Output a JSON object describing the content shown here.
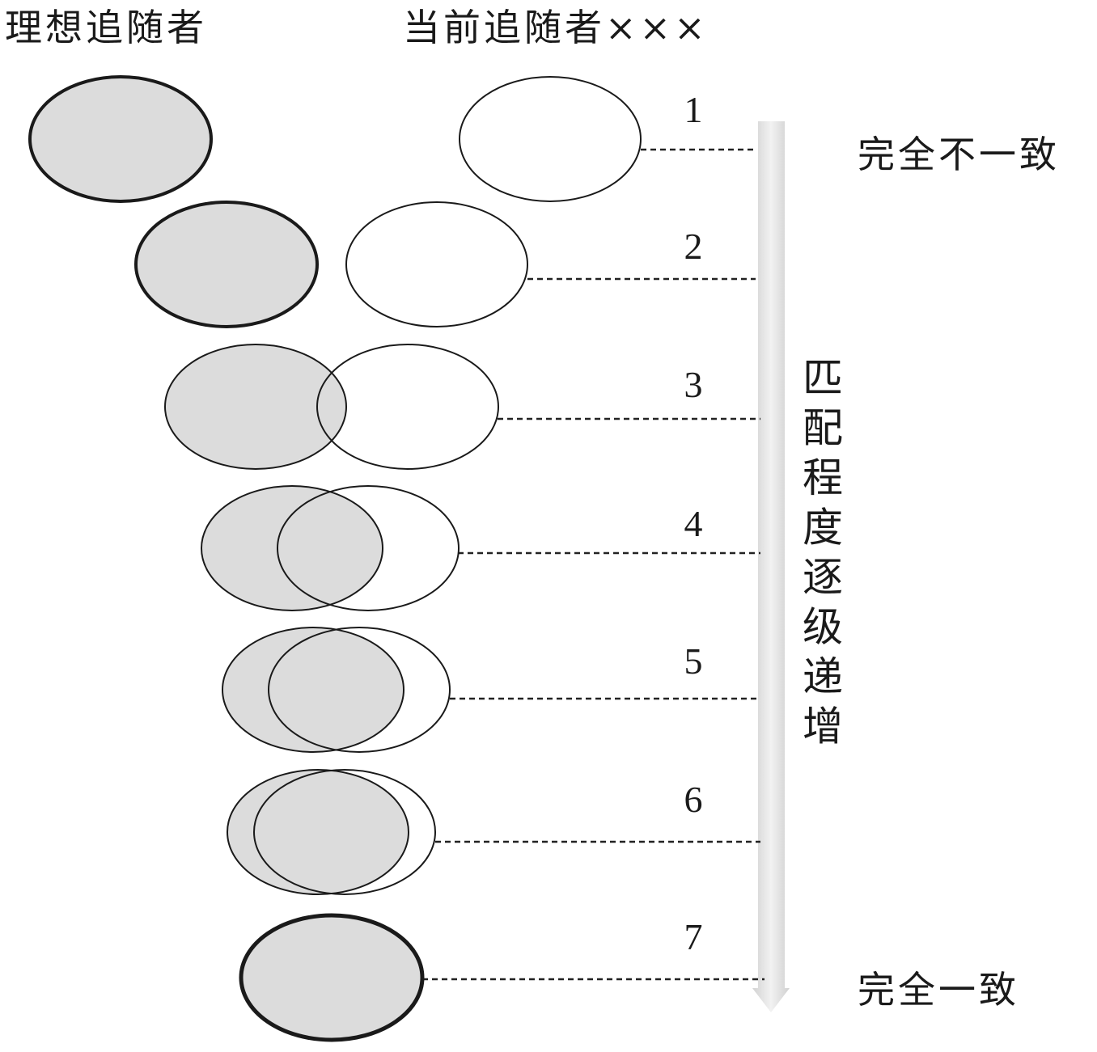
{
  "header": {
    "ideal_label": "理想追随者",
    "current_label": "当前追随者×××"
  },
  "scale": {
    "top_label": "完全不一致",
    "bottom_label": "完全一致",
    "axis_label": "匹配程度逐级递增",
    "levels": [
      "1",
      "2",
      "3",
      "4",
      "5",
      "6",
      "7"
    ]
  },
  "colors": {
    "ideal_fill": "#dcdcdc",
    "outline": "#1a1a1a",
    "arrow": "#e4e4e4"
  }
}
